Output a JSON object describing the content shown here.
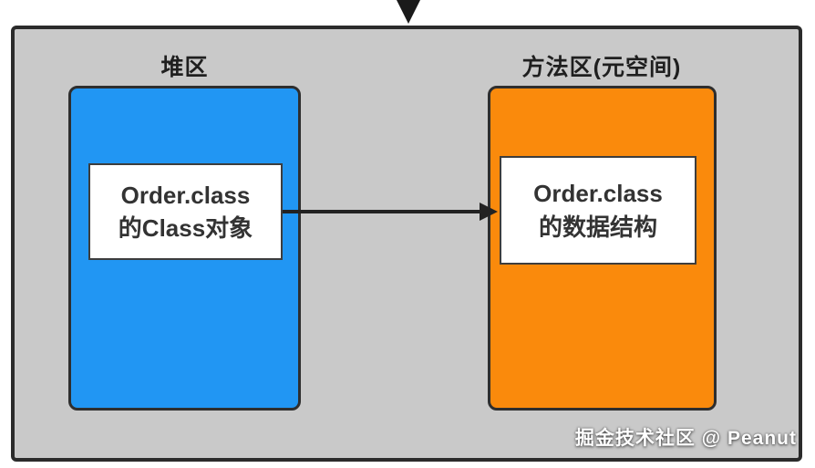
{
  "diagram": {
    "incoming_arrow": "down-arrow-into-container",
    "heap": {
      "label": "堆区",
      "object_box": {
        "line1": "Order.class",
        "line2": "的Class对象"
      },
      "fill_color": "#2196f3"
    },
    "method_area": {
      "label": "方法区(元空间)",
      "object_box": {
        "line1": "Order.class",
        "line2": "的数据结构"
      },
      "fill_color": "#fa8a0c"
    },
    "connector": {
      "from": "heap.object_box",
      "to": "method_area.object_box",
      "color": "#222222"
    },
    "container_color": "#c9c9c9",
    "border_color": "#2b2b2b",
    "watermark": "掘金技术社区 @ Peanut"
  }
}
